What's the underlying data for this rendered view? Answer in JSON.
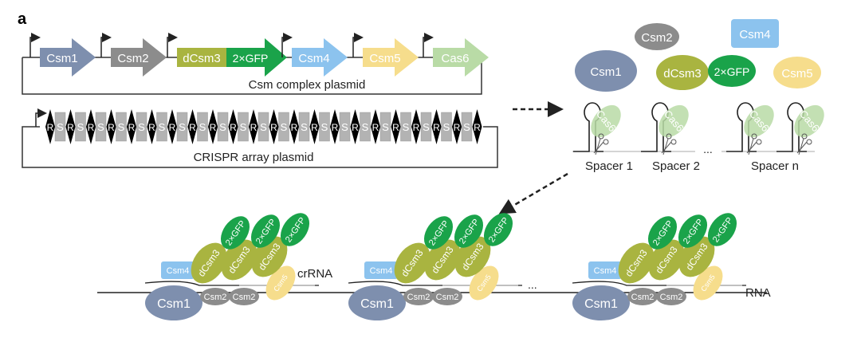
{
  "panel_label": "a",
  "colors": {
    "csm1": "#7e8fae",
    "csm2": "#8c8c8c",
    "dcsm3": "#a9b440",
    "gfp": "#1aa34a",
    "csm4": "#8cc3ee",
    "csm5": "#f6dd8c",
    "cas6": "#b9dba6",
    "repeat": "#000000",
    "spacer": "#b3b3b3",
    "line": "#222222"
  },
  "csm_plasmid": {
    "title": "Csm complex plasmid",
    "genes": [
      {
        "id": "csm1",
        "label": "Csm1"
      },
      {
        "id": "csm2",
        "label": "Csm2"
      },
      {
        "id": "dcsm3",
        "label": "dCsm3",
        "fusion_label": "2×GFP"
      },
      {
        "id": "csm4",
        "label": "Csm4"
      },
      {
        "id": "csm5",
        "label": "Csm5"
      },
      {
        "id": "cas6",
        "label": "Cas6"
      }
    ]
  },
  "crispr_plasmid": {
    "title": "CRISPR array plasmid",
    "repeat_label": "R",
    "spacer_label": "S",
    "repeat_count": 22,
    "spacer_count": 21
  },
  "free_proteins": {
    "csm1": "Csm1",
    "csm2": "Csm2",
    "dcsm3": "dCsm3",
    "gfp": "2×GFP",
    "csm4": "Csm4",
    "csm5": "Csm5"
  },
  "processing": {
    "enzyme": "Cas6",
    "spacers": [
      "Spacer 1",
      "Spacer 2",
      "Spacer n"
    ],
    "ellipsis": "..."
  },
  "complexes": {
    "labels": {
      "csm1": "Csm1",
      "csm2": "Csm2",
      "csm4": "Csm4",
      "csm5": "Csm5",
      "dcsm3": "dCsm3",
      "gfp": "2×GFP"
    },
    "count_shown": 3,
    "crrna_label": "crRNA",
    "rna_label": "RNA",
    "ellipsis": "..."
  }
}
